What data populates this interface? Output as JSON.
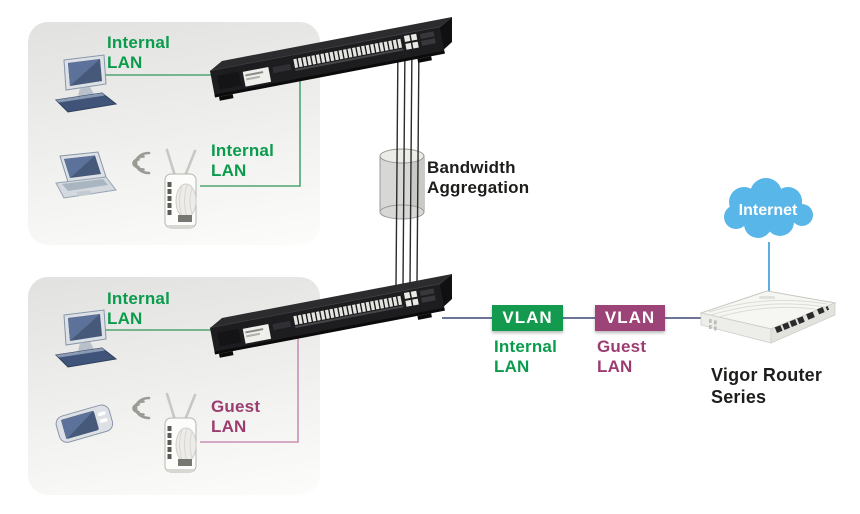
{
  "colors": {
    "green": "#0b9b4d",
    "green_line": "#4fa473",
    "purple": "#9b3d71",
    "purple_line": "#c990b4",
    "vlan_green_bg": "#149a4e",
    "vlan_purple_bg": "#9c4478",
    "cloud_blue": "#58b6e8",
    "trunk_line": "#3c4777",
    "cable_dark": "#2b2b2b",
    "internet_line": "#4aa8dd",
    "label_dark": "#1d1d1b"
  },
  "icons": {
    "desktop_computer": "desktop-computer-icon",
    "laptop": "laptop-icon",
    "smartphone": "smartphone-icon",
    "access_point": "wireless-access-point-icon",
    "wifi_waves": "wifi-waves-icon",
    "ethernet_switch": "ethernet-switch-icon",
    "aggregation_cylinder": "cable-bundle-cylinder-icon",
    "internet_cloud": "internet-cloud-icon",
    "vigor_router": "vigor-router-icon"
  },
  "top_group": {
    "pc_label": "Internal\nLAN",
    "ap_label": "Internal\nLAN"
  },
  "bottom_group": {
    "pc_label": "Internal\nLAN",
    "ap_label": "Guest\nLAN"
  },
  "bandwidth": {
    "label": "Bandwidth\nAggregation"
  },
  "vlan_internal": {
    "badge": "VLAN",
    "label": "Internal\nLAN"
  },
  "vlan_guest": {
    "badge": "VLAN",
    "label": "Guest\nLAN"
  },
  "internet": {
    "label": "Internet"
  },
  "router": {
    "label": "Vigor Router\nSeries"
  }
}
